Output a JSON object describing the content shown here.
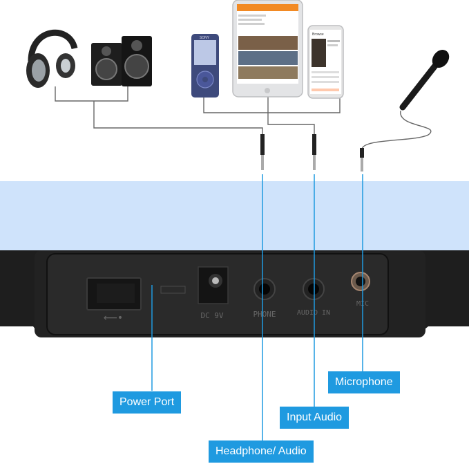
{
  "devices": {
    "headphones_icon": "headphones-icon",
    "speakers_icon": "speakers-icon",
    "player_icon": "mp3-player-icon",
    "tablet_icon": "tablet-icon",
    "phone_icon": "smartphone-icon",
    "microphone_icon": "microphone-icon",
    "player_brand": "SONY",
    "phone_header": "Browse"
  },
  "panel": {
    "dc_label": "DC 9V",
    "phone_label": "PHONE",
    "audio_label": "AUDIO IN",
    "mic_label": "MIC"
  },
  "callouts": {
    "power": "Power Port",
    "headphone": "Headphone/ Audio",
    "input": "Input Audio",
    "mic": "Microphone"
  },
  "colors": {
    "callout_bg": "#1f9ae0",
    "sky_band": "#cfe3fb",
    "keyboard_body": "#1b1b1b"
  }
}
